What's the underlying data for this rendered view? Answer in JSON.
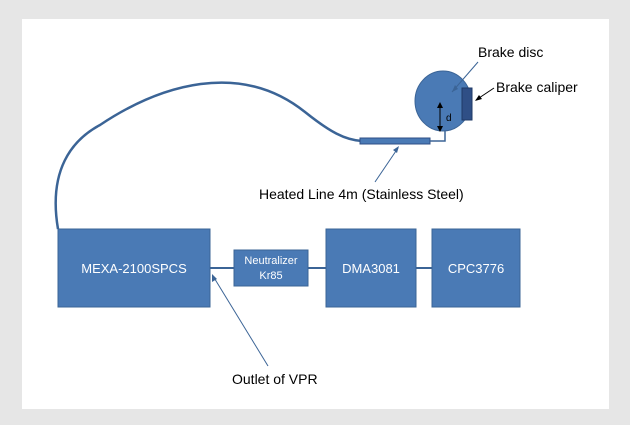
{
  "labels": {
    "brake_disc": "Brake disc",
    "brake_caliper": "Brake caliper",
    "distance": "d",
    "heated_line": "Heated Line 4m (Stainless Steel)",
    "outlet": "Outlet of VPR"
  },
  "boxes": {
    "mexa": "MEXA-2100SPCS",
    "neutralizer_line1": "Neutralizer",
    "neutralizer_line2": "Kr85",
    "dma": "DMA3081",
    "cpc": "CPC3776"
  },
  "colors": {
    "box_fill": "#4a7ab5",
    "box_stroke": "#3b6496",
    "line": "#3b6496",
    "caliper": "#2f4f86",
    "background": "#e6e6e6",
    "panel": "#ffffff"
  }
}
